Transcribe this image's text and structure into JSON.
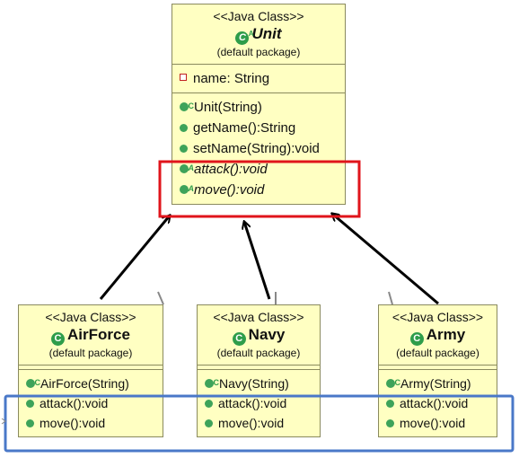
{
  "unit": {
    "stereotype": "<<Java Class>>",
    "name": "Unit",
    "package": "(default package)",
    "attributes": [
      "name: String"
    ],
    "operations": [
      {
        "text": "Unit(String)",
        "kind": "constructor"
      },
      {
        "text": "getName():String",
        "kind": "method"
      },
      {
        "text": "setName(String):void",
        "kind": "method"
      },
      {
        "text": "attack():void",
        "kind": "abstract"
      },
      {
        "text": "move():void",
        "kind": "abstract"
      }
    ]
  },
  "subclasses": [
    {
      "stereotype": "<<Java Class>>",
      "name": "AirForce",
      "package": "(default package)",
      "operations": [
        "AirForce(String)",
        "attack():void",
        "move():void"
      ]
    },
    {
      "stereotype": "<<Java Class>>",
      "name": "Navy",
      "package": "(default package)",
      "operations": [
        "Navy(String)",
        "attack():void",
        "move():void"
      ]
    },
    {
      "stereotype": "<<Java Class>>",
      "name": "Army",
      "package": "(default package)",
      "operations": [
        "Army(String)",
        "attack():void",
        "move():void"
      ]
    }
  ],
  "icon_names": {
    "class": "class-icon",
    "constructor": "constructor-icon",
    "method": "public-method-icon",
    "field": "private-field-icon",
    "abstract": "abstract-method-icon"
  },
  "colors": {
    "box_fill": "#ffffc2",
    "highlight_red": "#e0141b",
    "highlight_blue": "#4a78c8",
    "arrow": "#000000"
  }
}
